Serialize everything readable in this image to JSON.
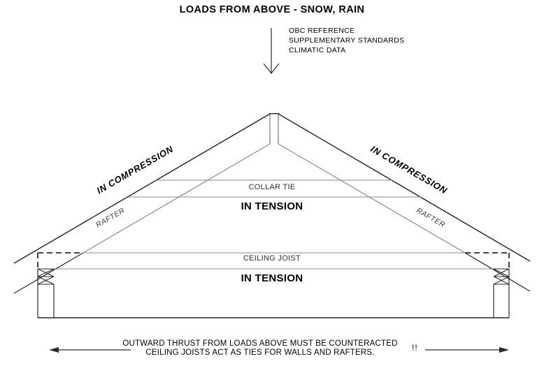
{
  "title": "LOADS FROM ABOVE - SNOW, RAIN",
  "reference": {
    "lines": [
      "OBC REFERENCE",
      "SUPPLEMENTARY STANDARDS",
      "CLIMATIC DATA"
    ]
  },
  "diagram": {
    "labels": {
      "in_compression_left": "IN COMPRESSION",
      "in_compression_right": "IN COMPRESSION",
      "rafter_left": "RAFTER",
      "rafter_right": "RAFTER",
      "collar_tie": "COLLAR TIE",
      "collar_tie_state": "IN TENSION",
      "ceiling_joist": "CEILING JOIST",
      "ceiling_joist_state": "IN TENSION"
    }
  },
  "footer": {
    "line1": "OUTWARD THRUST FROM LOADS ABOVE MUST BE COUNTERACTED",
    "emphasis": "!!",
    "line2": "CEILING JOISTS ACT AS TIES FOR WALLS AND RAFTERS."
  },
  "colors": {
    "line_dark": "#2a2a2a",
    "line_gray": "#8a8a8a",
    "background": "#ffffff",
    "text": "#000000"
  }
}
